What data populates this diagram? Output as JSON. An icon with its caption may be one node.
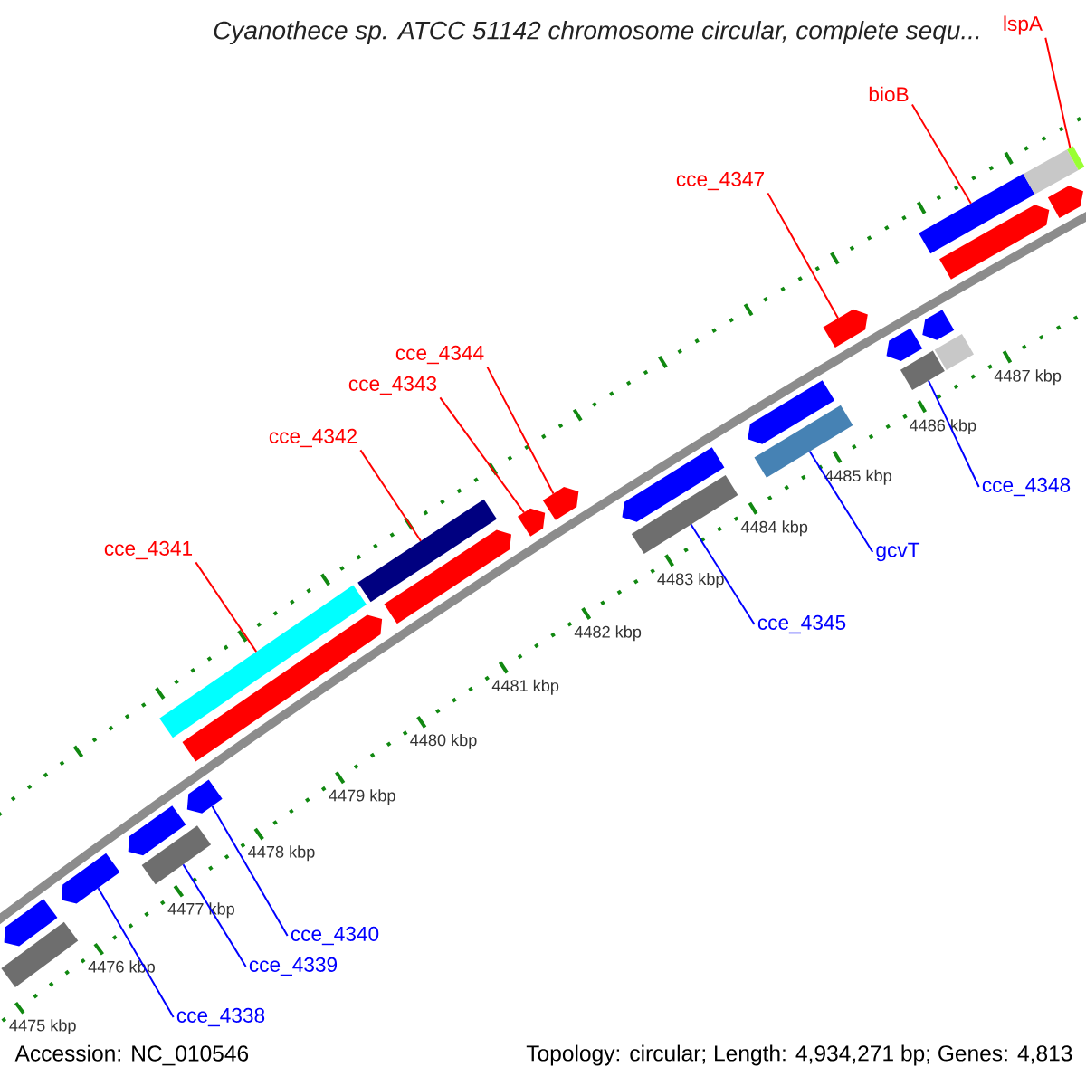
{
  "diagram": {
    "title": "Cyanothece sp. ATCC 51142 chromosome circular, complete sequ...",
    "nodes": [
      {
        "text": [
          "lspA"
        ]
      },
      {
        "text": [
          "bioB"
        ]
      },
      {
        "text": [
          "cce_4347"
        ]
      },
      {
        "text": [
          "cce_4344"
        ]
      },
      {
        "text": [
          "cce_4343"
        ]
      },
      {
        "text": [
          "cce_4342"
        ]
      },
      {
        "text": [
          "cce_4348"
        ]
      },
      {
        "text": [
          "cce_4341"
        ]
      },
      {
        "text": [
          "gcvT"
        ]
      },
      {
        "text": [
          "cce_4345"
        ]
      },
      {
        "text": [
          "cce_4340"
        ]
      },
      {
        "text": [
          "cce_4339"
        ]
      },
      {
        "text": [
          "cce_4338"
        ]
      },
      {
        "text": [],
        "shape": "pentagon"
      },
      {
        "text": [],
        "shape": "bar"
      },
      {
        "text": [],
        "shape": "pentagon"
      },
      {
        "text": [],
        "shape": "bar"
      },
      {
        "text": [],
        "shape": "pentagon"
      },
      {
        "text": [],
        "shape": "pentagon"
      },
      {
        "text": [],
        "shape": "bar"
      },
      {
        "text": [],
        "shape": "pentagon"
      },
      {
        "text": [],
        "shape": "bar"
      },
      {
        "text": [],
        "shape": "pentagon"
      },
      {
        "text": [],
        "shape": "pentagon"
      },
      {
        "text": [],
        "shape": "pentagon"
      },
      {
        "text": [],
        "shape": "bar"
      },
      {
        "text": [],
        "shape": "pentagon"
      },
      {
        "text": [],
        "shape": "bar"
      },
      {
        "text": [],
        "shape": "pentagon"
      },
      {
        "text": [],
        "shape": "pentagon"
      },
      {
        "text": [],
        "shape": "pentagon"
      },
      {
        "text": [],
        "shape": "bar"
      },
      {
        "text": [],
        "shape": "bar"
      },
      {
        "text": [],
        "shape": "pentagon"
      },
      {
        "text": [],
        "shape": "bar"
      },
      {
        "text": [],
        "shape": "pentagon"
      },
      {
        "text": [],
        "shape": "bar"
      },
      {
        "text": [],
        "shape": "pentagon"
      },
      {
        "text": [],
        "shape": "bar"
      }
    ],
    "edges": [
      {
        "from": 0,
        "to": 38,
        "arrow": "none"
      },
      {
        "from": 1,
        "to": 34,
        "arrow": "none"
      },
      {
        "from": 2,
        "to": 29,
        "arrow": "none"
      },
      {
        "from": 3,
        "to": 24,
        "arrow": "none"
      },
      {
        "from": 4,
        "to": 23,
        "arrow": "none"
      },
      {
        "from": 5,
        "to": 21,
        "arrow": "none"
      },
      {
        "from": 6,
        "to": 31,
        "arrow": "none",
        "color": "#0000ff"
      },
      {
        "from": 7,
        "to": 19,
        "arrow": "none"
      },
      {
        "from": 8,
        "to": 27,
        "arrow": "none",
        "color": "#0000ff"
      },
      {
        "from": 9,
        "to": 25,
        "arrow": "none",
        "color": "#0000ff"
      },
      {
        "from": 10,
        "to": 18,
        "arrow": "none",
        "color": "#0000ff"
      },
      {
        "from": 11,
        "to": 16,
        "arrow": "none",
        "color": "#0000ff"
      },
      {
        "from": 12,
        "to": 15,
        "arrow": "none",
        "color": "#0000ff"
      }
    ],
    "labels": [
      "4475 kbp",
      "4476 kbp",
      "4477 kbp",
      "4478 kbp",
      "4479 kbp",
      "4480 kbp",
      "4481 kbp",
      "4482 kbp",
      "4483 kbp",
      "4484 kbp",
      "4485 kbp",
      "4486 kbp",
      "4487 kbp",
      "Accession: NC_010546",
      "Topology: circular; Length: 4,934,271 bp; Genes: 4,813"
    ]
  }
}
